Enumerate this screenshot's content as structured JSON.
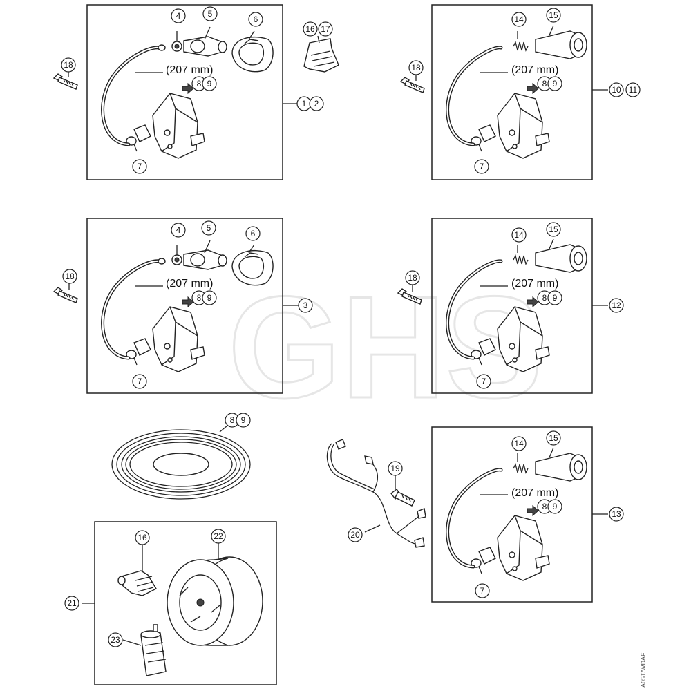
{
  "hose_length_label": "(207 mm)",
  "watermark_text": "GHS",
  "drawing_code": "A05T/WDAF",
  "callouts": {
    "c1": "1",
    "c2": "2",
    "c3": "3",
    "c4": "4",
    "c5": "5",
    "c6": "6",
    "c7": "7",
    "c8": "8",
    "c9": "9",
    "c10": "10",
    "c11": "11",
    "c12": "12",
    "c13": "13",
    "c14": "14",
    "c15": "15",
    "c16": "16",
    "c17": "17",
    "c18": "18",
    "c19": "19",
    "c20": "20",
    "c21": "21",
    "c22": "22",
    "c23": "23"
  }
}
